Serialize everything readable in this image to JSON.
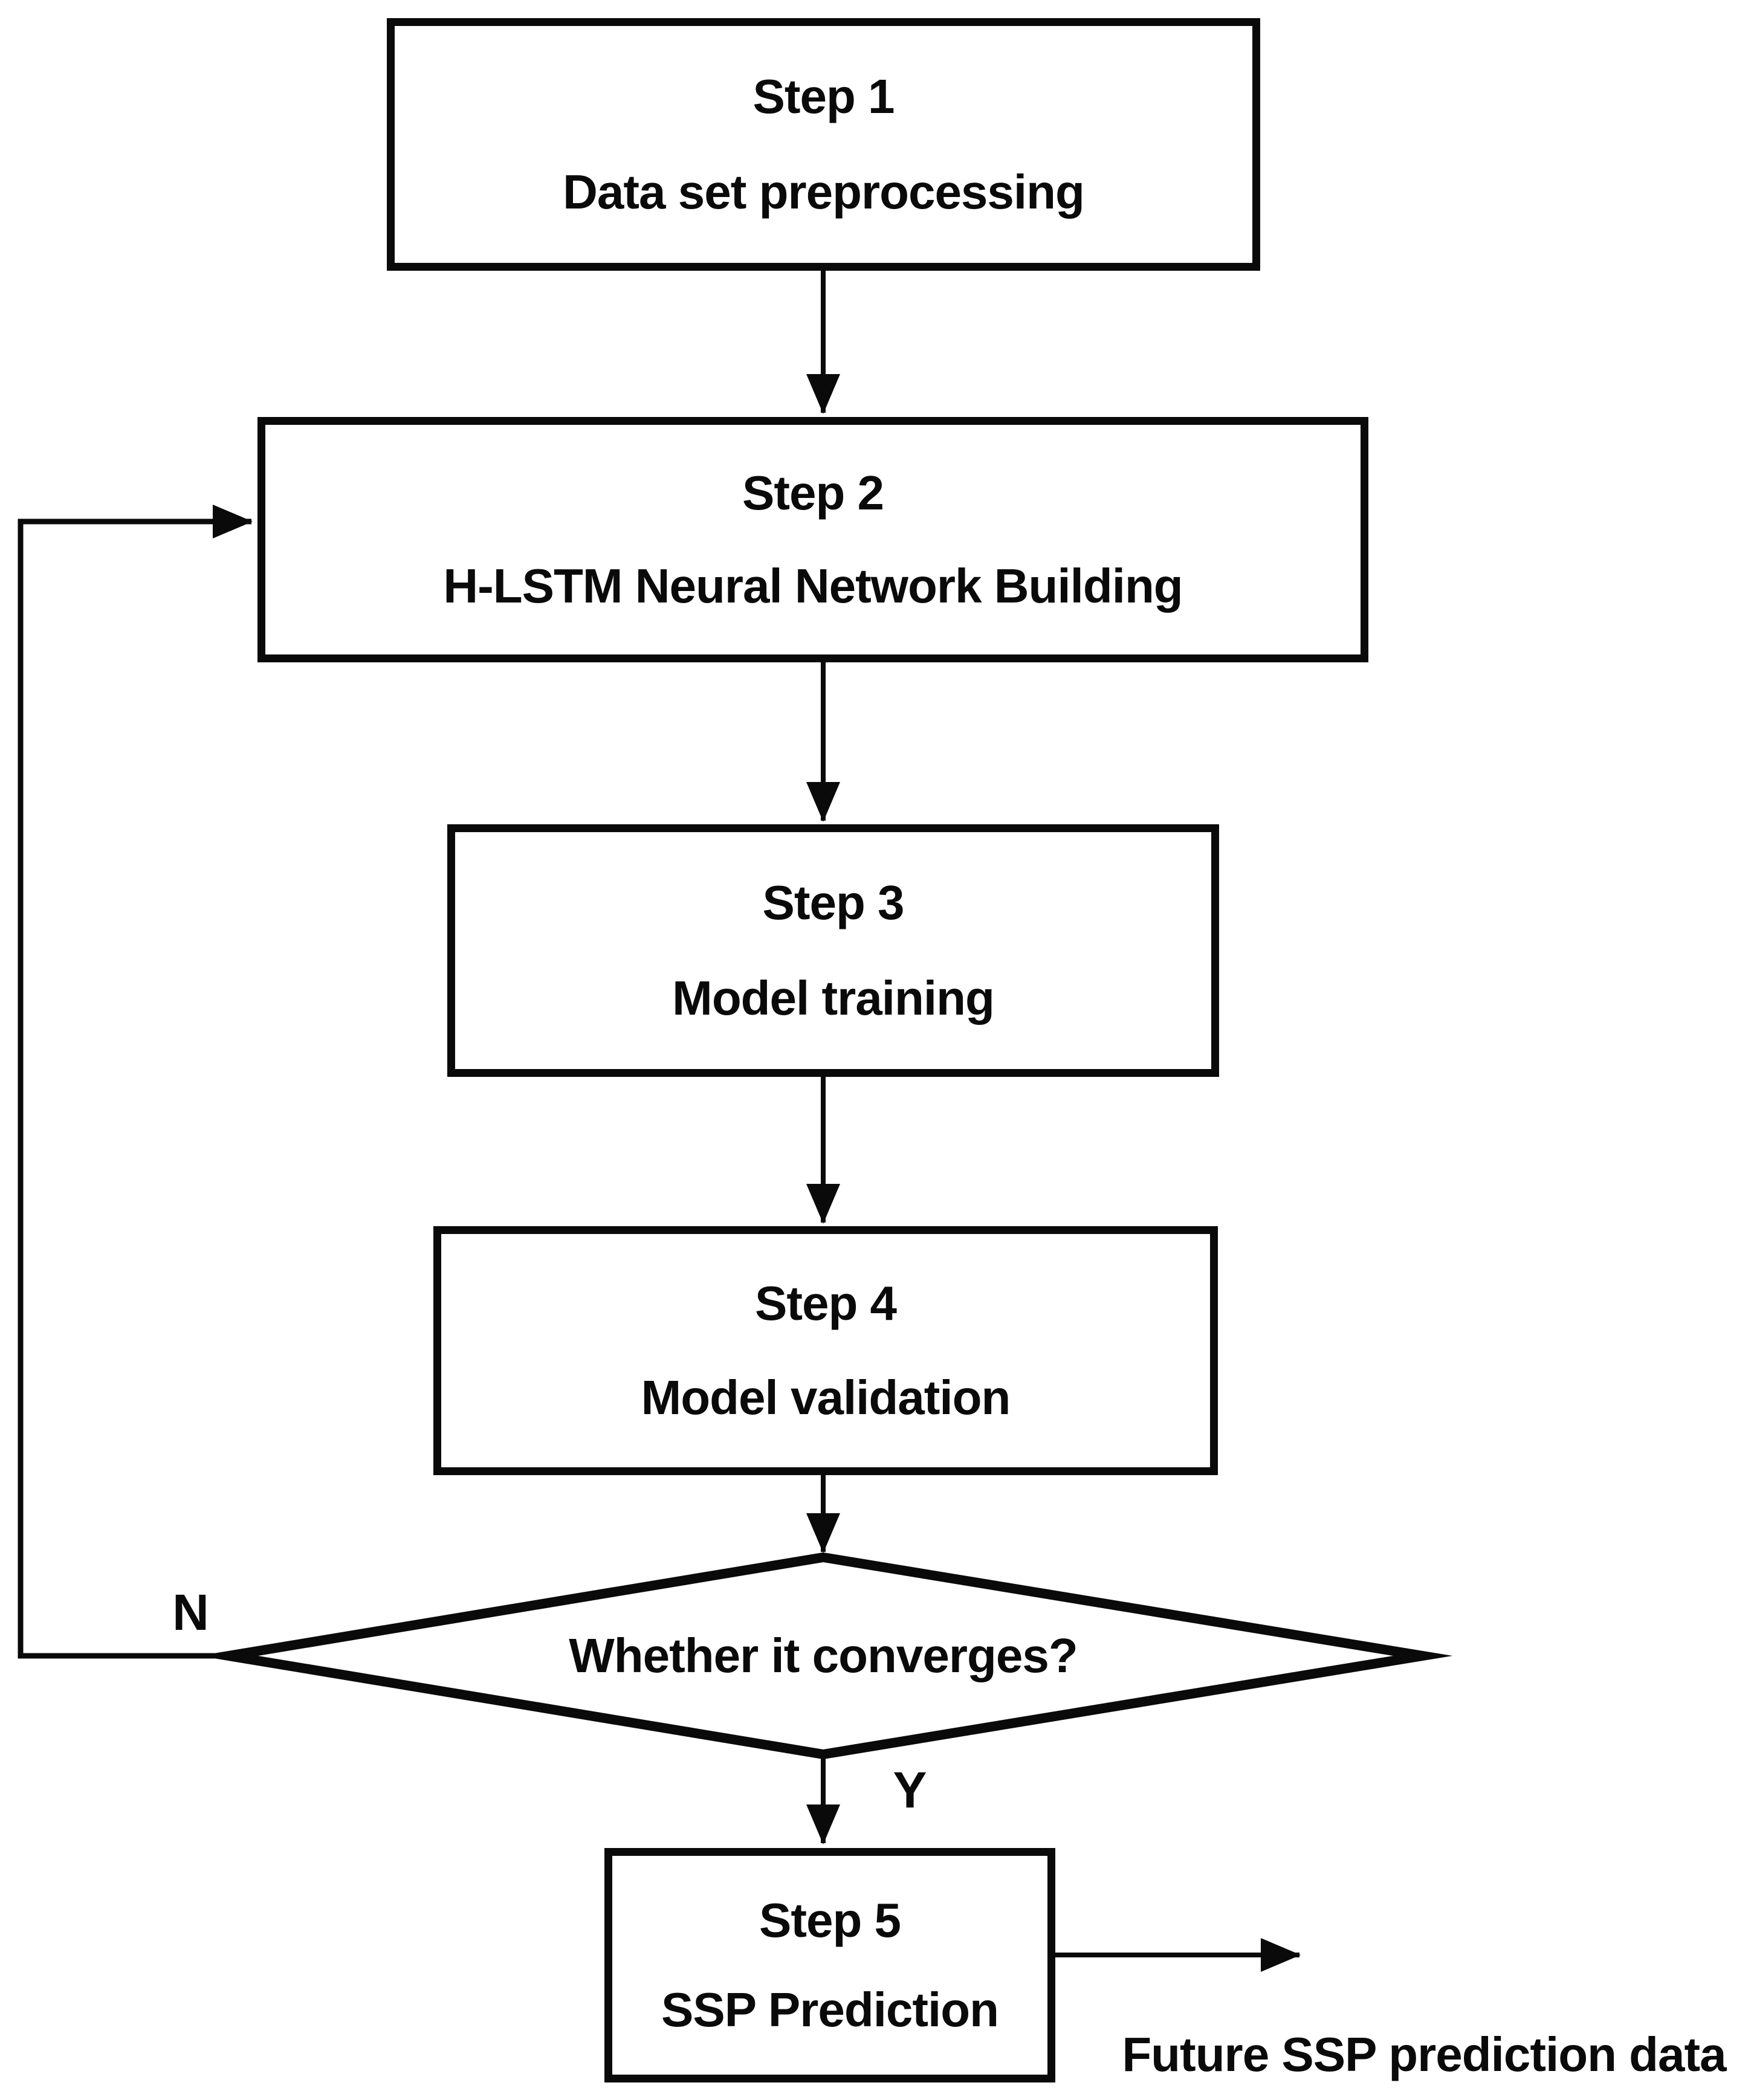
{
  "flow": {
    "steps": [
      {
        "title": "Step 1",
        "label": "Data set preprocessing"
      },
      {
        "title": "Step 2",
        "label": "H-LSTM Neural Network Building"
      },
      {
        "title": "Step 3",
        "label": "Model training"
      },
      {
        "title": "Step 4",
        "label": "Model validation"
      },
      {
        "title": "Step 5",
        "label": "SSP Prediction"
      }
    ],
    "decision": {
      "label": "Whether it converges?"
    },
    "branches": {
      "no": "N",
      "yes": "Y"
    },
    "output": {
      "label": "Future SSP prediction data"
    },
    "colors": {
      "ink": "#0a0a0a",
      "background": "#ffffff"
    }
  }
}
